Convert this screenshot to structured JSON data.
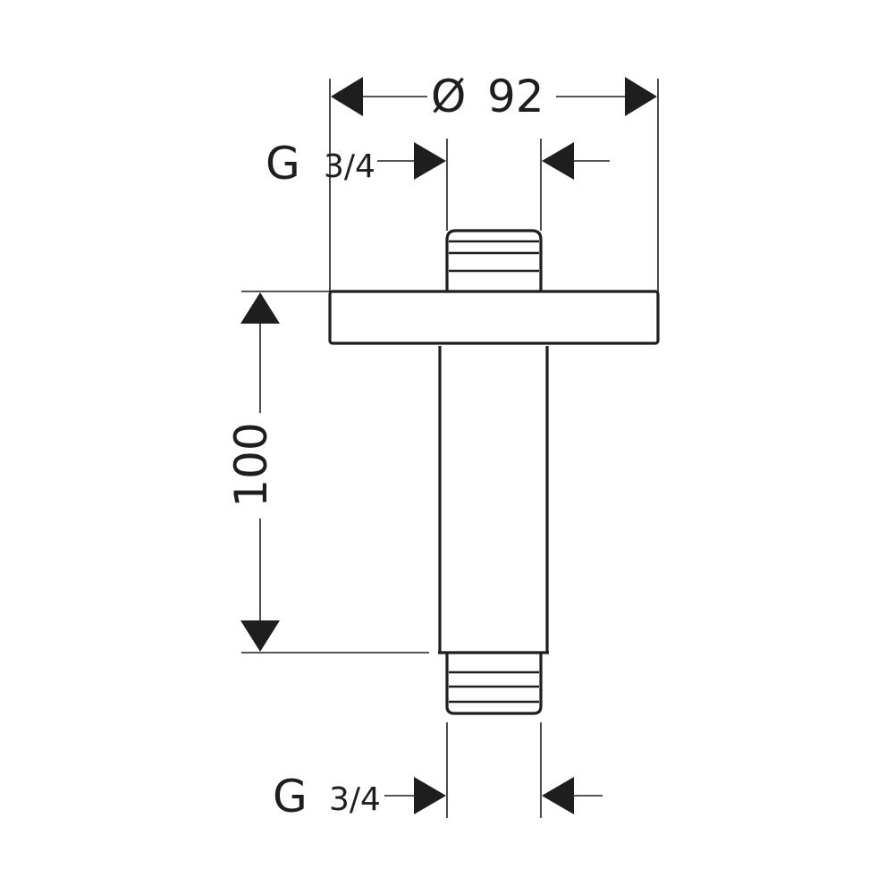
{
  "dimensions": {
    "flange_diameter": {
      "symbol": "Ø",
      "value": "92"
    },
    "top_thread": {
      "letter": "G",
      "size": "3/4"
    },
    "bottom_thread": {
      "letter": "G",
      "size": "3/4"
    },
    "height": {
      "value": "100"
    }
  },
  "colors": {
    "line": "#1e1e1e",
    "background": "#ffffff"
  }
}
